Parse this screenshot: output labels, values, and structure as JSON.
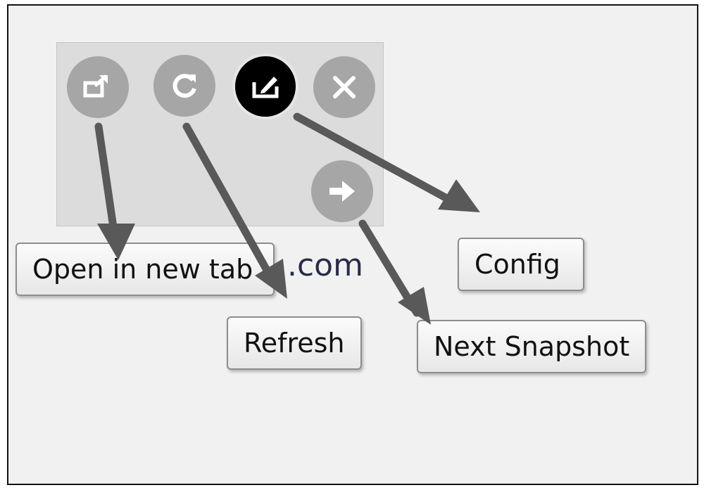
{
  "toolbar": {
    "buttons": [
      {
        "id": "open-new-tab",
        "icon": "external-link-icon",
        "active": false
      },
      {
        "id": "refresh",
        "icon": "refresh-icon",
        "active": false
      },
      {
        "id": "config",
        "icon": "edit-icon",
        "active": true
      },
      {
        "id": "close",
        "icon": "close-icon",
        "active": false
      },
      {
        "id": "next-snapshot",
        "icon": "arrow-right-icon",
        "active": false
      }
    ]
  },
  "tooltips": {
    "open_new_tab": "Open in new tab",
    "refresh": "Refresh",
    "config": "Config",
    "next_snapshot": "Next Snapshot"
  },
  "page": {
    "domain_fragment": ".com"
  },
  "colors": {
    "background": "#f1f1f1",
    "panel": "#dcdcdc",
    "button_inactive": "#a6a6a6",
    "button_active": "#000000",
    "arrow": "#595959"
  }
}
